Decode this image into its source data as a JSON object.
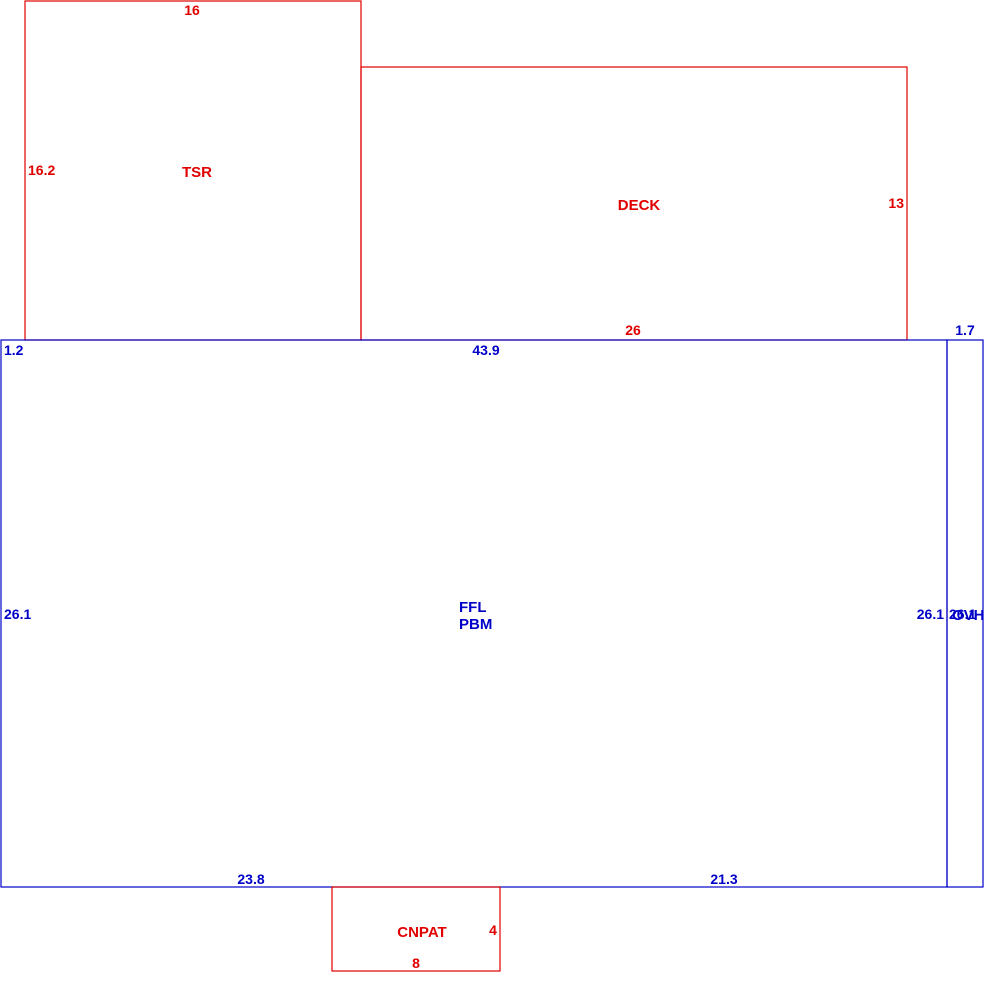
{
  "colors": {
    "addition": "#e00000",
    "main": "#0000c8"
  },
  "areas": {
    "tsr": {
      "label": "TSR",
      "width": "16",
      "depth": "16.2"
    },
    "deck": {
      "label": "DECK",
      "width": "26",
      "depth": "13"
    },
    "main": {
      "label_line1": "FFL",
      "label_line2": "PBM",
      "top": "43.9",
      "left": "26.1",
      "right": "26.1",
      "bottom_left": "23.8",
      "bottom_right": "21.3",
      "corner": "1.2"
    },
    "ovh": {
      "label": "OVH",
      "width": "1.7",
      "depth": "26.1"
    },
    "cnpat": {
      "label": "CNPAT",
      "width": "8",
      "depth": "4"
    }
  }
}
